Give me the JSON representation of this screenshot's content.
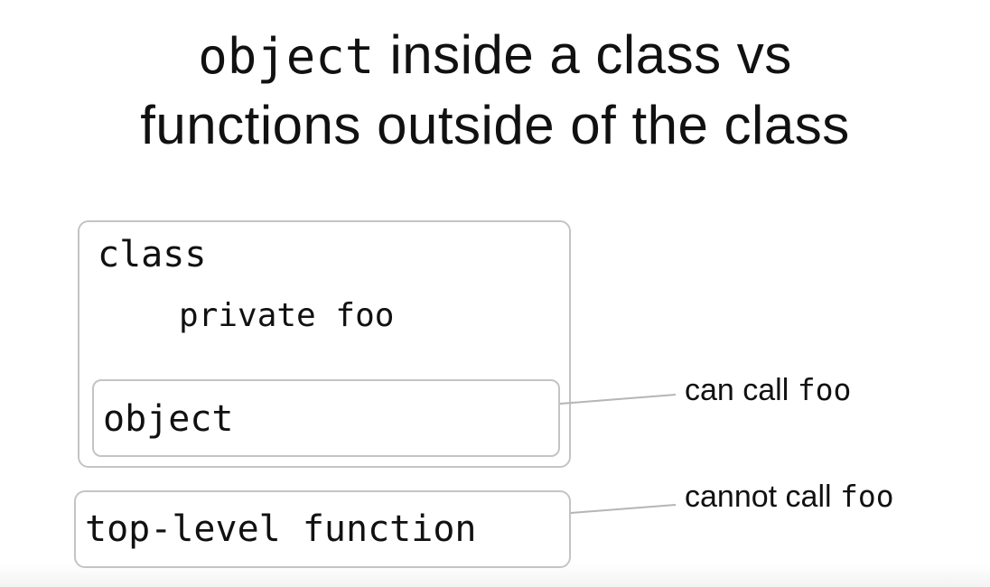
{
  "title": {
    "line1_code": "object",
    "line1_text": " inside a class vs",
    "line2_text": "functions outside of the class"
  },
  "diagram": {
    "class_box": {
      "label": "class",
      "member": "private foo"
    },
    "object_box": {
      "label": "object"
    },
    "toplevel_box": {
      "label": "top-level function"
    }
  },
  "callouts": {
    "object": {
      "text": "can call ",
      "code": "foo"
    },
    "toplevel": {
      "text": "cannot call ",
      "code": "foo"
    }
  },
  "colors": {
    "box_border": "#c4c4c4",
    "connector": "#b5b5b5",
    "text": "#111111",
    "background": "#ffffff"
  }
}
